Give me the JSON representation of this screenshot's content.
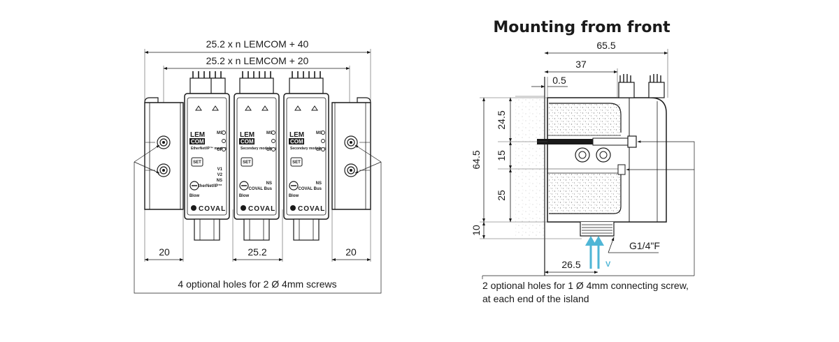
{
  "title": "Mounting from front",
  "left_view": {
    "dim_total": "25.2 x n LEMCOM + 40",
    "dim_inner": "25.2 x n LEMCOM + 20",
    "dim_left_margin": "20",
    "dim_module_pitch": "25.2",
    "dim_right_margin": "20",
    "note": "4 optional holes for 2 Ø 4mm screws",
    "modules": [
      {
        "logo_top": "LEM",
        "logo_bottom": "COM",
        "network": "EtherNet/IP™ master",
        "led_labels": [
          "MS",
          "",
          "GRIP"
        ],
        "set": "SET",
        "extra_labels": [
          "V1",
          "V2",
          "NS",
          "EtherNet/IP™"
        ],
        "knob_label": "Blow",
        "brand": "COVAL"
      },
      {
        "logo_top": "LEM",
        "logo_bottom": "COM",
        "network": "Secondary module",
        "led_labels": [
          "MS",
          "",
          "GRIP"
        ],
        "set": "SET",
        "extra_labels": [
          "NS",
          "COVAL Bus"
        ],
        "knob_label": "Blow",
        "brand": "COVAL"
      },
      {
        "logo_top": "LEM",
        "logo_bottom": "COM",
        "network": "Secondary module",
        "led_labels": [
          "MS",
          "",
          "GRIP"
        ],
        "set": "SET",
        "extra_labels": [
          "NS",
          "COVAL Bus"
        ],
        "knob_label": "Blow",
        "brand": "COVAL"
      }
    ]
  },
  "right_view": {
    "dim_width": "65.5",
    "dim_37": "37",
    "dim_05": "0.5",
    "dim_height": "64.5",
    "dim_245": "24.5",
    "dim_15": "15",
    "dim_25": "25",
    "dim_10": "10",
    "dim_265": "26.5",
    "thread": "G1/4\"F",
    "flow_label": "V",
    "note_line1": "2 optional holes for 1 Ø 4mm connecting screw,",
    "note_line2": "at each end of the island"
  },
  "colors": {
    "line": "#1a1a1a",
    "dim_line": "#555555",
    "stipple": "#9a9a9a",
    "arrow": "#4fb6d6"
  }
}
